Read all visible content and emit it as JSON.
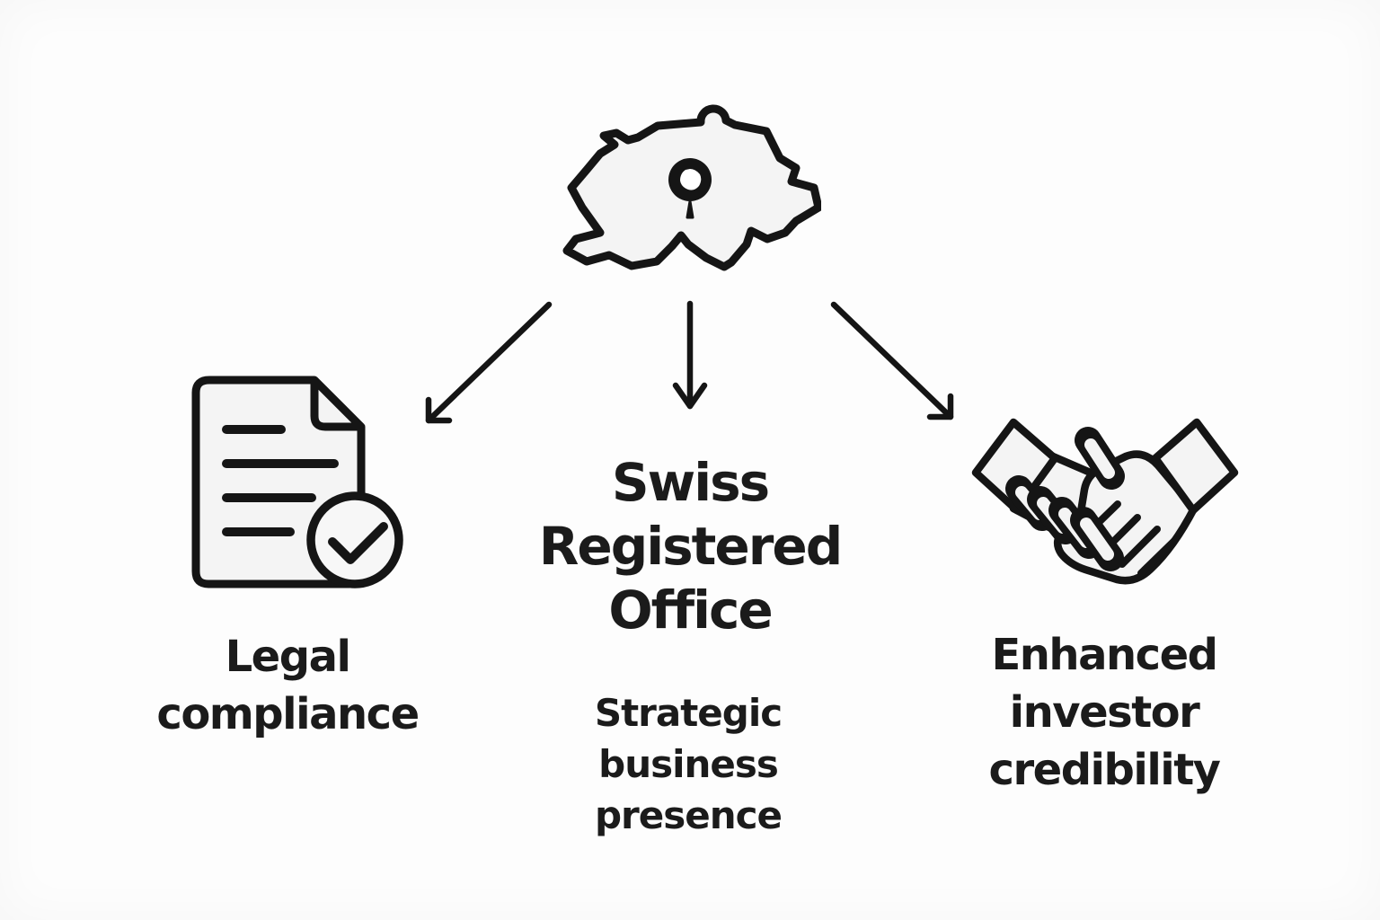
{
  "page": {
    "background": "#fdfdfd",
    "ink": "#151515",
    "icon_fill": "#f4f4f4",
    "text_color": "#1b1b1b"
  },
  "diagram": {
    "root": {
      "icon": "switzerland-map-pin-icon",
      "description": "Map of Switzerland with location pin"
    },
    "center_node": {
      "title": "Swiss Registered Office",
      "subtitle": "Strategic business presence"
    },
    "left_node": {
      "icon": "document-check-icon",
      "label": "Legal compliance"
    },
    "right_node": {
      "icon": "handshake-icon",
      "label": "Enhanced investor credibility"
    },
    "connectors": [
      "arrow-to-left-node",
      "arrow-to-center-node",
      "arrow-to-right-node"
    ]
  }
}
